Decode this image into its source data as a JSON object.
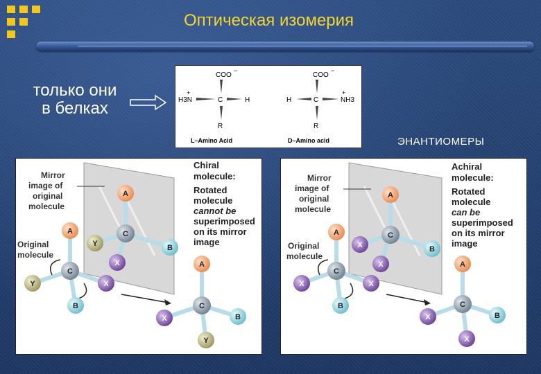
{
  "slide": {
    "title": "Оптическая изомерия",
    "left_text_line1": "только они",
    "left_text_line2": "в белках",
    "enantiomers_label": "ЭНАНТИОМЕРЫ"
  },
  "amino_acids": {
    "l_form": {
      "top": "COO",
      "charge_top": "−",
      "left": "H3N",
      "charge_left": "+",
      "center": "C",
      "right": "H",
      "bottom": "R",
      "label": "L–Amino Acid"
    },
    "d_form": {
      "top": "COO",
      "charge_top": "−",
      "left": "H",
      "center": "C",
      "right": "NH3",
      "charge_right": "+",
      "bottom": "R",
      "label": "D–Amino acid"
    }
  },
  "chiral_panel": {
    "mirror_label_1": "Mirror",
    "mirror_label_2": "image of",
    "mirror_label_3": "original",
    "mirror_label_4": "molecule",
    "original_label_1": "Original",
    "original_label_2": "molecule",
    "heading_1": "Chiral",
    "heading_2": "molecule:",
    "desc_1": "Rotated",
    "desc_2": "molecule",
    "desc_3": "cannot be",
    "desc_4": "superimposed",
    "desc_5": "on its mirror",
    "desc_6": "image",
    "atoms": {
      "a": "A",
      "b": "B",
      "c": "C",
      "x": "X",
      "y": "Y"
    }
  },
  "achiral_panel": {
    "mirror_label_1": "Mirror",
    "mirror_label_2": "image of",
    "mirror_label_3": "original",
    "mirror_label_4": "molecule",
    "original_label_1": "Original",
    "original_label_2": "molecule",
    "heading_1": "Achiral",
    "heading_2": "molecule:",
    "desc_1": "Rotated",
    "desc_2": "molecule",
    "desc_3": "can be",
    "desc_4": "superimposed",
    "desc_5": "on its mirror",
    "desc_6": "image",
    "atoms": {
      "a": "A",
      "b": "B",
      "c": "C",
      "x": "X"
    }
  },
  "colors": {
    "accent_yellow": "#f2c81a",
    "atom_a": "#f2a26a",
    "atom_b": "#8fd0dc",
    "atom_c": "#8a98a6",
    "atom_x": "#8a5fb0",
    "atom_y": "#b7b27a"
  }
}
